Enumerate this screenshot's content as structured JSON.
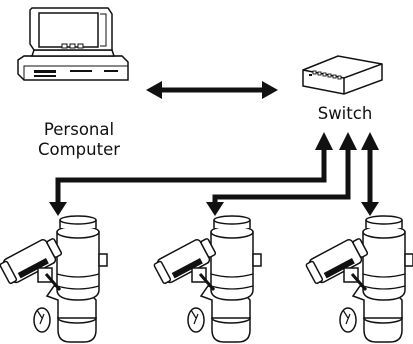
{
  "labels": {
    "computer_line1": "Personal",
    "computer_line2": "Computer",
    "switch": "Switch"
  },
  "nodes": [
    {
      "id": "computer",
      "icon": "personal-computer-icon"
    },
    {
      "id": "switch",
      "icon": "network-switch-icon"
    },
    {
      "id": "camera-1",
      "icon": "explosion-proof-camera-icon"
    },
    {
      "id": "camera-2",
      "icon": "explosion-proof-camera-icon"
    },
    {
      "id": "camera-3",
      "icon": "explosion-proof-camera-icon"
    }
  ],
  "connections": [
    {
      "from": "computer",
      "to": "switch",
      "direction": "both"
    },
    {
      "from": "switch",
      "to": "camera-1",
      "direction": "both"
    },
    {
      "from": "switch",
      "to": "camera-2",
      "direction": "both"
    },
    {
      "from": "switch",
      "to": "camera-3",
      "direction": "both"
    }
  ],
  "colors": {
    "line": "#111111",
    "background": "#ffffff"
  }
}
